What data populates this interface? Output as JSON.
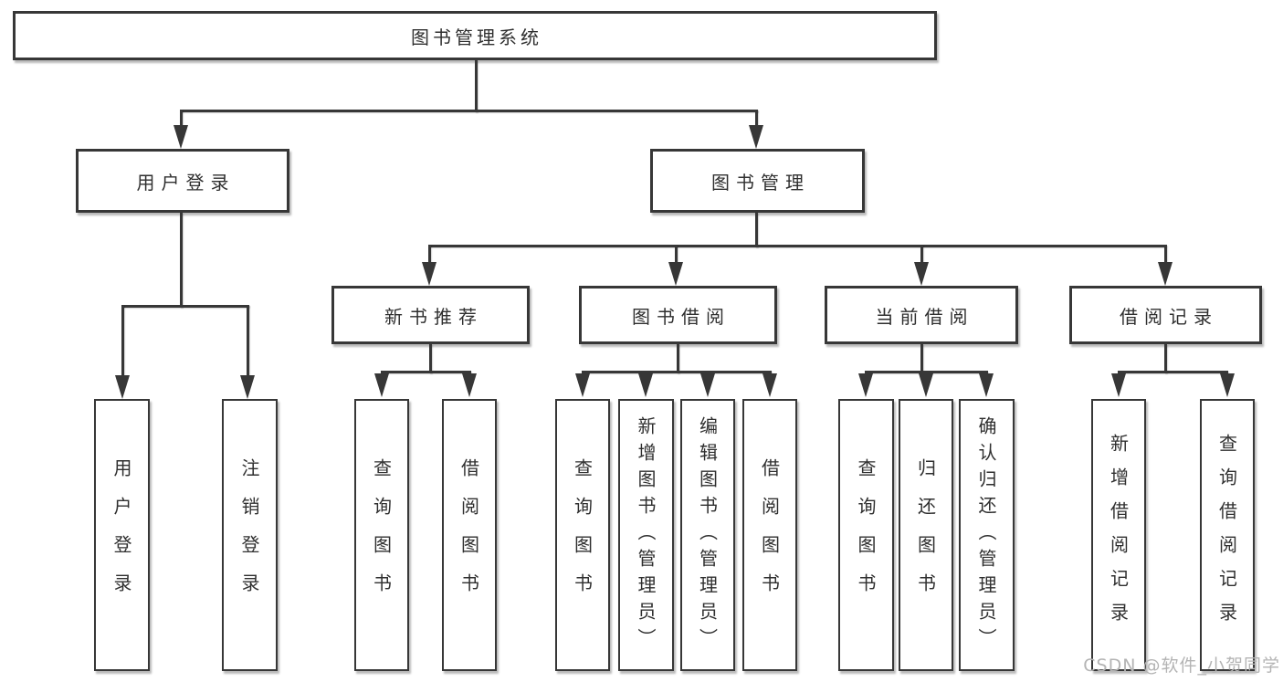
{
  "tree": {
    "root": "图书管理系统",
    "user_login": {
      "label": "用户登录",
      "children": [
        "用户登录",
        "注销登录"
      ]
    },
    "book_mgmt": {
      "label": "图书管理",
      "sections": [
        {
          "label": "新书推荐",
          "children": [
            "查询图书",
            "借阅图书"
          ]
        },
        {
          "label": "图书借阅",
          "children": [
            "查询图书",
            "新增图书（管理员）",
            "编辑图书（管理员）",
            "借阅图书"
          ]
        },
        {
          "label": "当前借阅",
          "children": [
            "查询图书",
            "归还图书",
            "确认归还（管理员）"
          ]
        },
        {
          "label": "借阅记录",
          "children": [
            "新增借阅记录",
            "查询借阅记录"
          ]
        }
      ]
    }
  },
  "watermark": {
    "text": "CSDN @软件_小贺同学"
  },
  "colors": {
    "node_border": "#373737",
    "connector": "#373737",
    "text": "#2f2f2f",
    "watermark": "#b4b4b4",
    "background": "#ffffff"
  }
}
